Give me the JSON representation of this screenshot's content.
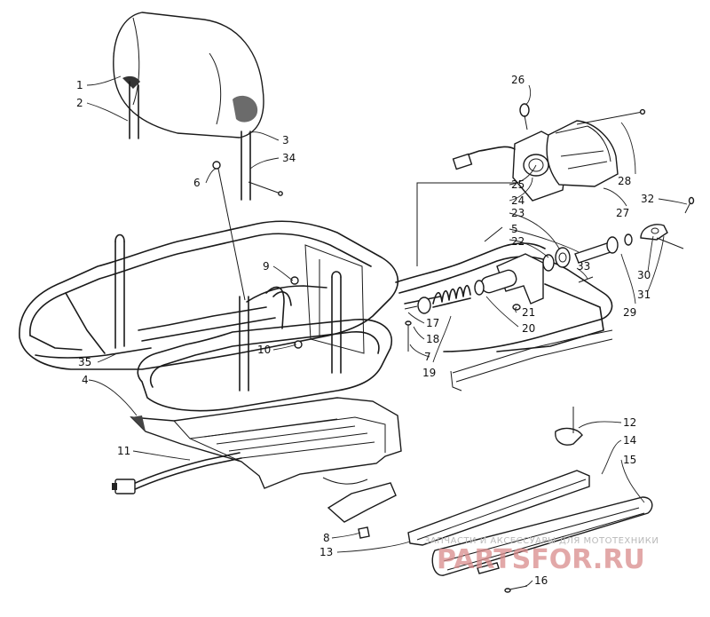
{
  "callouts": [
    {
      "id": "1",
      "label": "1"
    },
    {
      "id": "2",
      "label": "2"
    },
    {
      "id": "3",
      "label": "3"
    },
    {
      "id": "4",
      "label": "4"
    },
    {
      "id": "5",
      "label": "5"
    },
    {
      "id": "6",
      "label": "6"
    },
    {
      "id": "7",
      "label": "7"
    },
    {
      "id": "8",
      "label": "8"
    },
    {
      "id": "9",
      "label": "9"
    },
    {
      "id": "10",
      "label": "10"
    },
    {
      "id": "11",
      "label": "11"
    },
    {
      "id": "12",
      "label": "12"
    },
    {
      "id": "13",
      "label": "13"
    },
    {
      "id": "14",
      "label": "14"
    },
    {
      "id": "15",
      "label": "15"
    },
    {
      "id": "16",
      "label": "16"
    },
    {
      "id": "17",
      "label": "17"
    },
    {
      "id": "18",
      "label": "18"
    },
    {
      "id": "19",
      "label": "19"
    },
    {
      "id": "20",
      "label": "20"
    },
    {
      "id": "21",
      "label": "21"
    },
    {
      "id": "22",
      "label": "22"
    },
    {
      "id": "23",
      "label": "23"
    },
    {
      "id": "24",
      "label": "24"
    },
    {
      "id": "25",
      "label": "25"
    },
    {
      "id": "26",
      "label": "26"
    },
    {
      "id": "27",
      "label": "27"
    },
    {
      "id": "28",
      "label": "28"
    },
    {
      "id": "29",
      "label": "29"
    },
    {
      "id": "30",
      "label": "30"
    },
    {
      "id": "31",
      "label": "31"
    },
    {
      "id": "32",
      "label": "32"
    },
    {
      "id": "33",
      "label": "33"
    },
    {
      "id": "34",
      "label": "34"
    },
    {
      "id": "35",
      "label": "35"
    }
  ],
  "watermark": {
    "top_text": "ЗАПЧАСТИ И АКСЕССУАРЫ ДЛЯ МОТОТЕХНИКИ",
    "brand": "PARTSFOR.RU"
  }
}
